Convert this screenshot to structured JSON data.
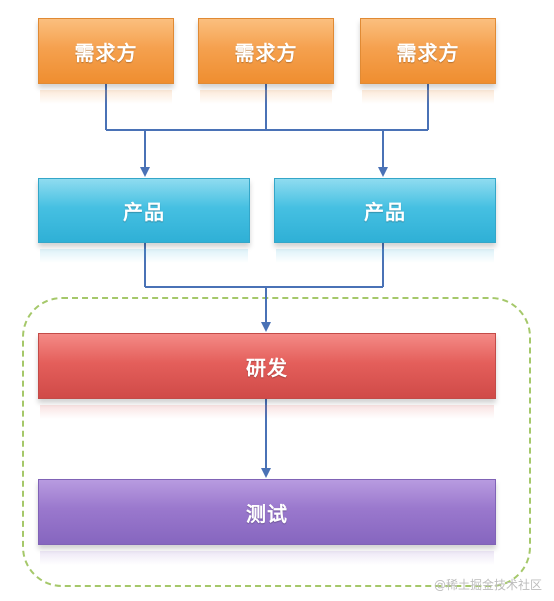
{
  "diagram": {
    "requesters": [
      "需求方",
      "需求方",
      "需求方"
    ],
    "products": [
      "产品",
      "产品"
    ],
    "development": "研发",
    "testing": "测试"
  },
  "watermark": "@稀土掘金技术社区",
  "colors": {
    "requester": "#f5a14f",
    "product": "#46c0e2",
    "development": "#e45f5b",
    "testing": "#9a78cd",
    "connector": "#4a72b6",
    "group_frame": "#a5c86a"
  }
}
